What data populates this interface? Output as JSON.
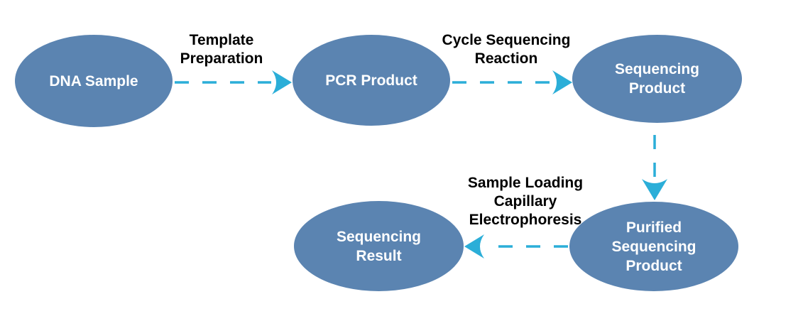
{
  "diagram": {
    "type": "flowchart",
    "colors": {
      "node_fill": "#5B84B1",
      "node_text": "#FFFFFF",
      "arrow": "#2BAED8",
      "label_text": "#000000",
      "background": "#FFFFFF"
    },
    "nodes": [
      {
        "id": "dna-sample",
        "label": "DNA Sample"
      },
      {
        "id": "pcr-product",
        "label": "PCR Product"
      },
      {
        "id": "sequencing-product",
        "label": "Sequencing\nProduct"
      },
      {
        "id": "purified-sequencing-product",
        "label": "Purified\nSequencing\nProduct"
      },
      {
        "id": "sequencing-result",
        "label": "Sequencing\nResult"
      }
    ],
    "edges": [
      {
        "from": "dna-sample",
        "to": "pcr-product",
        "style": "dashed-arrow",
        "label": "Template\nPreparation"
      },
      {
        "from": "pcr-product",
        "to": "sequencing-product",
        "style": "dashed-arrow",
        "label": "Cycle Sequencing\nReaction"
      },
      {
        "from": "sequencing-product",
        "to": "purified-sequencing-product",
        "style": "dashed-arrow",
        "label": ""
      },
      {
        "from": "purified-sequencing-product",
        "to": "sequencing-result",
        "style": "dashed-arrow",
        "label": "Sample Loading\nCapillary\nElectrophoresis"
      }
    ]
  }
}
